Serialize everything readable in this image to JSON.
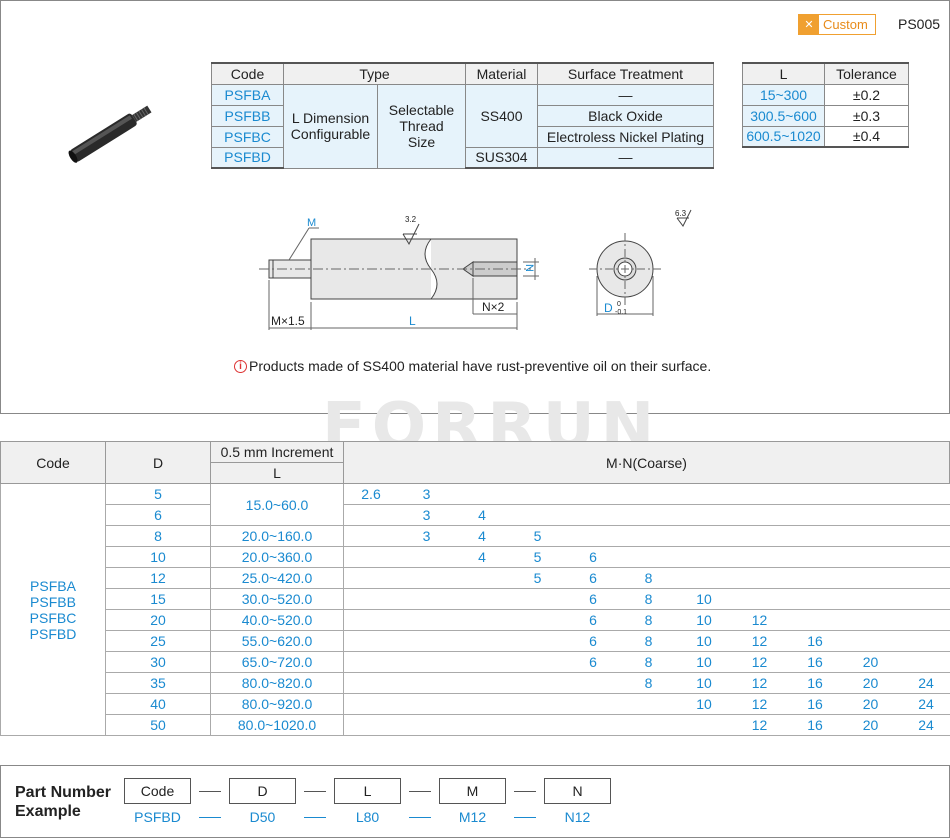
{
  "header": {
    "badge_label": "Custom",
    "page_code": "PS005"
  },
  "spec_table": {
    "headers": [
      "Code",
      "Type",
      "Material",
      "Surface Treatment"
    ],
    "codes": [
      "PSFBA",
      "PSFBB",
      "PSFBC",
      "PSFBD"
    ],
    "type1": "L Dimension Configurable",
    "type2": "Selectable Thread Size",
    "material1": "SS400",
    "material2": "SUS304",
    "surfaces": [
      "—",
      "Black Oxide",
      "Electroless Nickel Plating",
      "—"
    ]
  },
  "tolerance_table": {
    "headers": [
      "L",
      "Tolerance"
    ],
    "rows": [
      {
        "l": "15~300",
        "tol": "±0.2"
      },
      {
        "l": "300.5~600",
        "tol": "±0.3"
      },
      {
        "l": "600.5~1020",
        "tol": "±0.4"
      }
    ]
  },
  "drawing": {
    "m_label": "M",
    "n_label": "N",
    "d_label": "D",
    "d_tol_upper": "0",
    "d_tol_lower": "-0.1",
    "dim_m": "M×1.5",
    "dim_l": "L",
    "dim_n": "N×2",
    "roughness1": "3.2",
    "roughness2": "6.3"
  },
  "note": {
    "icon": "info-icon",
    "text": "Products made of SS400 material have rust-preventive oil on their surface."
  },
  "watermark": "FORRUN",
  "dim_table": {
    "h_code": "Code",
    "h_d": "D",
    "h_increment": "0.5 mm Increment",
    "h_l": "L",
    "h_mn": "M·N(Coarse)",
    "codes": [
      "PSFBA",
      "PSFBB",
      "PSFBC",
      "PSFBD"
    ],
    "mn_columns": [
      "2.6",
      "3",
      "4",
      "5",
      "6",
      "8",
      "10",
      "12",
      "16",
      "20",
      "24"
    ],
    "rows": [
      {
        "d": "5",
        "mn": [
          "2.6",
          "3"
        ]
      },
      {
        "d": "6",
        "mn": [
          "3",
          "4"
        ]
      },
      {
        "d": "8",
        "mn": [
          "3",
          "4",
          "5"
        ]
      },
      {
        "d": "10",
        "mn": [
          "4",
          "5",
          "6"
        ]
      },
      {
        "d": "12",
        "mn": [
          "5",
          "6",
          "8"
        ]
      },
      {
        "d": "15",
        "mn": [
          "6",
          "8",
          "10"
        ]
      },
      {
        "d": "20",
        "mn": [
          "6",
          "8",
          "10",
          "12"
        ]
      },
      {
        "d": "25",
        "mn": [
          "6",
          "8",
          "10",
          "12",
          "16"
        ]
      },
      {
        "d": "30",
        "mn": [
          "6",
          "8",
          "10",
          "12",
          "16",
          "20"
        ]
      },
      {
        "d": "35",
        "mn": [
          "8",
          "10",
          "12",
          "16",
          "20",
          "24"
        ]
      },
      {
        "d": "40",
        "mn": [
          "10",
          "12",
          "16",
          "20",
          "24"
        ]
      },
      {
        "d": "50",
        "mn": [
          "12",
          "16",
          "20",
          "24"
        ]
      }
    ],
    "l_ranges": [
      {
        "label": "15.0~60.0",
        "rows": 2
      },
      {
        "label": "20.0~160.0",
        "rows": 1
      },
      {
        "label": "20.0~360.0",
        "rows": 1
      },
      {
        "label": "25.0~420.0",
        "rows": 1
      },
      {
        "label": "30.0~520.0",
        "rows": 1
      },
      {
        "label": "40.0~520.0",
        "rows": 1
      },
      {
        "label": "55.0~620.0",
        "rows": 1
      },
      {
        "label": "65.0~720.0",
        "rows": 1
      },
      {
        "label": "80.0~820.0",
        "rows": 1
      },
      {
        "label": "80.0~920.0",
        "rows": 1
      },
      {
        "label": "80.0~1020.0",
        "rows": 1
      }
    ]
  },
  "part_number": {
    "title_line1": "Part Number",
    "title_line2": "Example",
    "fields": [
      {
        "label": "Code",
        "value": "PSFBD"
      },
      {
        "label": "D",
        "value": "D50"
      },
      {
        "label": "L",
        "value": "L80"
      },
      {
        "label": "M",
        "value": "M12"
      },
      {
        "label": "N",
        "value": "N12"
      }
    ]
  },
  "colors": {
    "accent": "#1a8ad0",
    "badge": "#f0a030",
    "header_bg": "#f0f0f0",
    "code_bg": "#e6f3fb"
  }
}
